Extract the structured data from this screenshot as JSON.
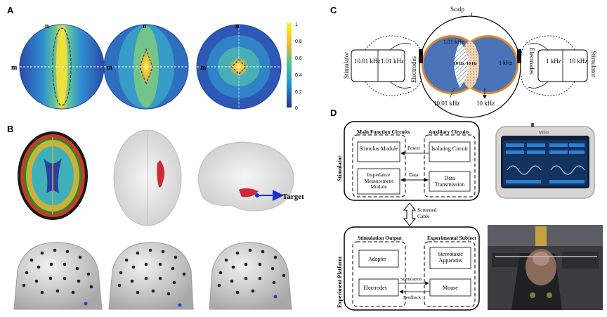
{
  "panel_labels": {
    "a": "A",
    "b": "B",
    "c": "C",
    "d": "D"
  },
  "panel_a": {
    "axis_n": "n",
    "axis_m": "m",
    "colorbar_ticks": [
      "1",
      "0.8",
      "0.6",
      "0.4",
      "0.2",
      "0"
    ]
  },
  "panel_b": {
    "target_label": "Target"
  },
  "panel_c": {
    "scalp": "Scalp",
    "stimulator": "Stimulator",
    "electrodes": "Electrodes",
    "left_freq_a": "10.01 kHz",
    "left_freq_b": "1.01 kHz",
    "right_freq_a": "1 kHz",
    "right_freq_b": "10 kHz",
    "inner_1_01": "1.01 kHz",
    "inner_1": "1 kHz",
    "beat_left": "10 Hz",
    "beat_right": "10 Hz",
    "bottom_left": "10.01 kHz",
    "bottom_right": "10 kHz"
  },
  "panel_d": {
    "stimulator_side": "Stimulator",
    "platform_side": "Experiment Platform",
    "main_circuits": "Main Function Circuits",
    "aux_circuits": "Auxiliary Circuits",
    "stimulus_module": "Stimulus Module",
    "impedance_module": "Impedance Measurement Module",
    "isolating": "Isolating Circuit",
    "data_tx": "Data Transmission",
    "power": "Power",
    "data": "Data",
    "cable": "Screened Cable",
    "stim_output": "Stimulation Output",
    "exp_subject": "Experimental Subject",
    "adapter": "Adapter",
    "stereotaxic": "Stereotaxic Apparatus",
    "electrodes": "Electrodes",
    "mouse": "Mouse",
    "stimulation": "Stimulation",
    "feedback": "Feedback",
    "device_brand": "Ntrous"
  }
}
